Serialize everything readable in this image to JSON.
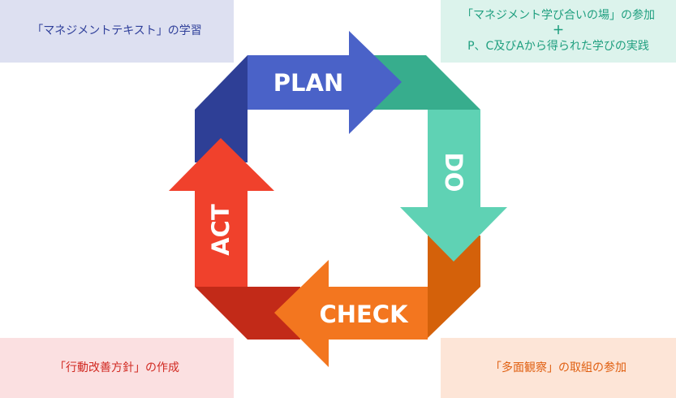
{
  "cycle": {
    "plan_label": "PLAN",
    "do_label": "DO",
    "check_label": "CHECK",
    "act_label": "ACT"
  },
  "boxes": {
    "plan_text": "「マネジメントテキスト」の学習",
    "do_line1": "「マネジメント学び合いの場」の参加",
    "do_plus": "＋",
    "do_line2": "P、C及びAから得られた学びの実践",
    "check_text": "「多面観察」の取組の参加",
    "act_text": "「行動改善方針」の作成"
  },
  "colors": {
    "plan_blue": "#4a62c8",
    "plan_dark": "#2e3f96",
    "do_green": "#5fd2b4",
    "do_dark": "#37ad8d",
    "check_orange": "#f3761f",
    "check_dark": "#d4610a",
    "act_red": "#f0412c",
    "act_dark": "#c22a18"
  }
}
